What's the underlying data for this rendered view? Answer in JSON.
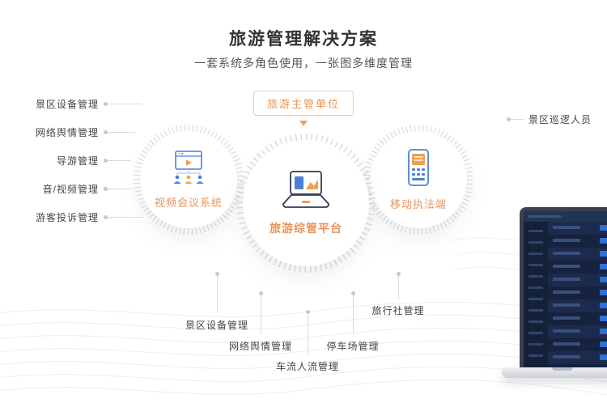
{
  "page": {
    "title": "旅游管理解决方案",
    "subtitle": "一套系统多角色使用，一张图多维度管理"
  },
  "hub": {
    "badge": "旅游主管单位"
  },
  "circles": [
    {
      "label": "视频会议系统",
      "icon": "video-conference-icon"
    },
    {
      "label": "旅游综管平台",
      "icon": "laptop-chart-icon"
    },
    {
      "label": "移动执法端",
      "icon": "handheld-terminal-icon"
    }
  ],
  "left_labels": [
    "景区设备管理",
    "网络舆情管理",
    "导游管理",
    "音/视频管理",
    "游客投诉管理"
  ],
  "right_labels": [
    "景区巡逻人员"
  ],
  "bottom_labels": [
    "景区设备管理",
    "网络舆情管理",
    "车流人流管理",
    "停车场管理",
    "旅行社管理"
  ],
  "colors": {
    "accent_orange": "#E8945A",
    "icon_blue": "#4E7FD6",
    "icon_orange": "#F0A04B",
    "connector_gray": "#DADADA",
    "title_dark": "#333333"
  }
}
